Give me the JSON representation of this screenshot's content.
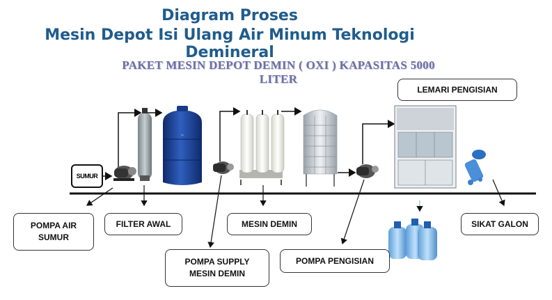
{
  "title_line1": "Diagram Proses",
  "title_line2": "Mesin Depot Isi Ulang Air Minum Teknologi Demineral",
  "subtitle": "PAKET MESIN DEPOT DEMIN ( OXI ) KAPASITAS 5000 LITER",
  "source_label": "SUMUR",
  "labels": {
    "lemari": "LEMARI PENGISIAN",
    "pompa_air_sumur": "POMPA AIR\nSUMUR",
    "filter_awal": "FILTER AWAL",
    "mesin_demin": "MESIN DEMIN",
    "pompa_supply": "POMPA SUPPLY\nMESIN DEMIN",
    "pompa_pengisian": "POMPA PENGISIAN",
    "sikat_galon": "SIKAT GALON"
  },
  "colors": {
    "title": "#1f5c8c",
    "tank": "#1d3f8f",
    "steel": "#c9ced4",
    "water": "#7fb8e8"
  }
}
